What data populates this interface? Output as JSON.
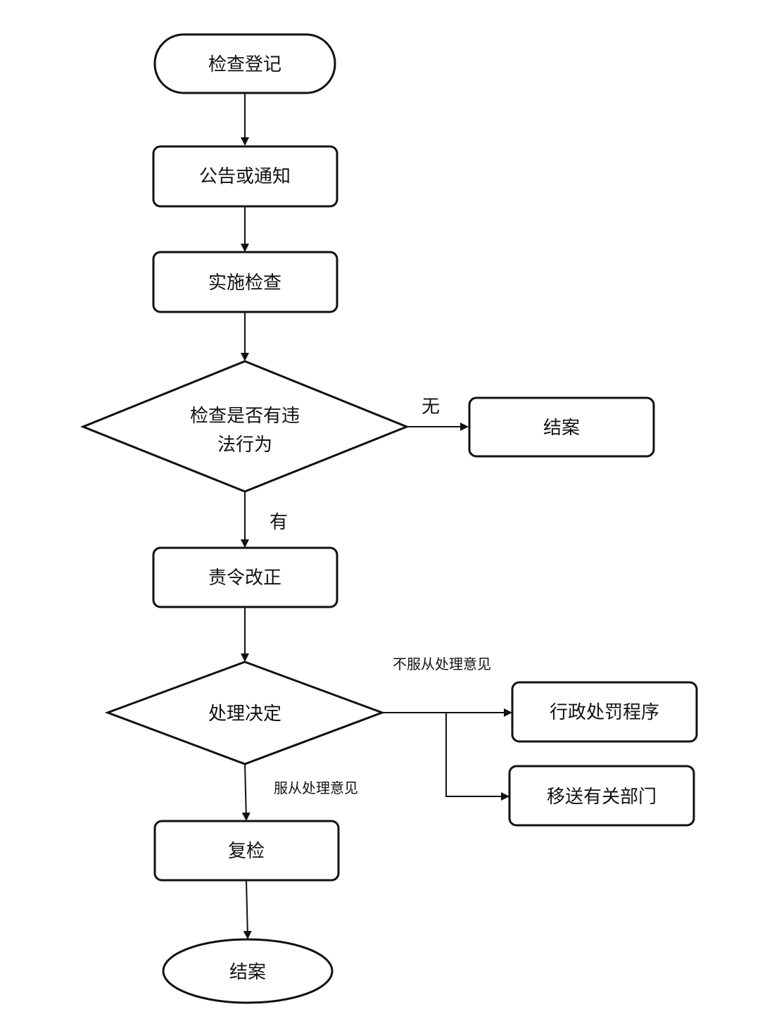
{
  "nodes": {
    "start": "检查登记",
    "notice": "公告或通知",
    "inspect": "实施检查",
    "decision_violation_line1": "检查是否有违",
    "decision_violation_line2": "法行为",
    "close_case_no_violation": "结案",
    "order_correction": "责令改正",
    "decision_handling": "处理决定",
    "admin_penalty": "行政处罚程序",
    "transfer": "移送有关部门",
    "recheck": "复检",
    "end": "结案"
  },
  "edge_labels": {
    "no": "无",
    "yes": "有",
    "disagree": "不服从处理意见",
    "agree": "服从处理意见"
  }
}
